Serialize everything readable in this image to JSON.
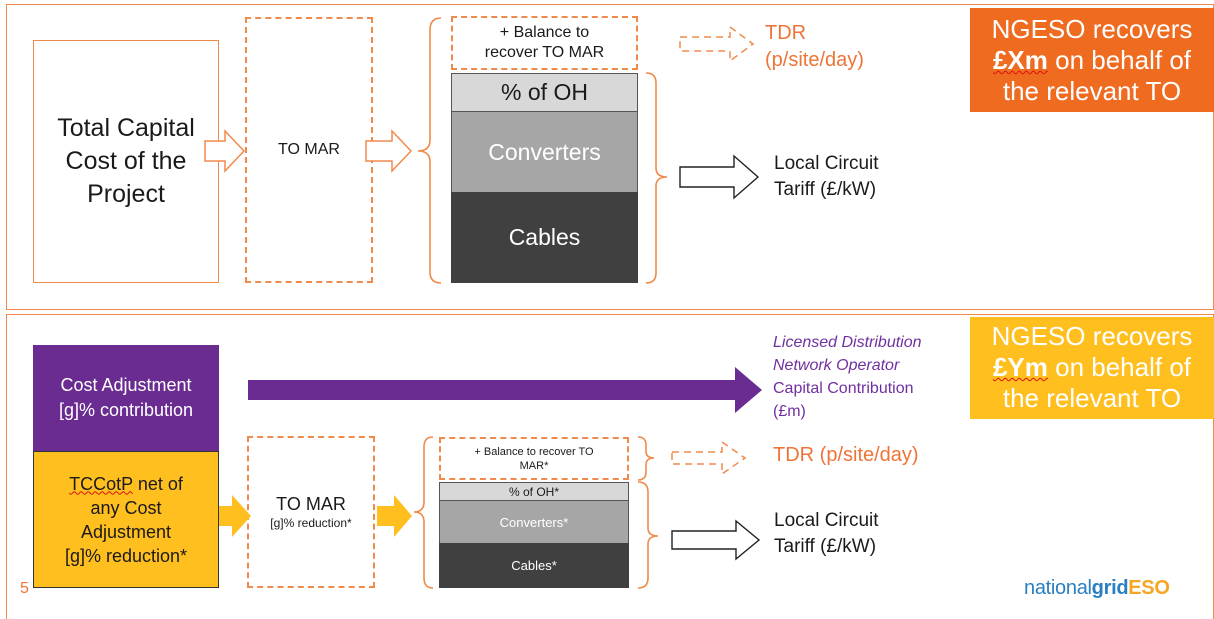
{
  "top": {
    "total_capital_cost": [
      "Total Capital",
      "Cost of the",
      "Project"
    ],
    "to_mar": "TO MAR",
    "balance": [
      "+ Balance to",
      "recover TO MAR"
    ],
    "stack": {
      "oh": "% of OH",
      "converters": "Converters",
      "cables": "Cables"
    },
    "tdr": [
      "TDR",
      "(p/site/day)"
    ],
    "local_circuit": [
      "Local Circuit",
      "Tariff (£/kW)"
    ],
    "ngeso": {
      "line1": "NGESO recovers",
      "amount": "£Xm",
      "line2_rest": " on behalf of",
      "line3": "the relevant TO"
    }
  },
  "bottom": {
    "cost_adjustment": [
      "Cost Adjustment",
      "[g]% contribution"
    ],
    "tccotp": {
      "word": "TCCotP",
      "rest": " net of",
      "l2": "any Cost",
      "l3": "Adjustment",
      "l4": "[g]% reduction*"
    },
    "to_mar": {
      "title": "TO MAR",
      "sub": "[g]% reduction*"
    },
    "balance": [
      "+ Balance to recover TO",
      "MAR*"
    ],
    "stack": {
      "oh": "% of OH*",
      "converters": "Converters*",
      "cables": "Cables*"
    },
    "tdr": "TDR (p/site/day)",
    "local_circuit": [
      "Local Circuit",
      "Tariff (£/kW)"
    ],
    "ldno": {
      "l1": "Licensed Distribution",
      "l2": "Network Operator",
      "l3": "Capital Contribution",
      "l4": "(£m)"
    },
    "ngeso": {
      "line1": "NGESO recovers",
      "amount": "£Ym",
      "line2_rest": " on behalf of",
      "line3": "the relevant TO"
    }
  },
  "footer": {
    "page_number": "5",
    "logo_prefix": "national",
    "logo_grid": "grid",
    "logo_eso": "ESO"
  },
  "colors": {
    "orange_line": "#f08a4b",
    "orange_fill": "#ee6b20",
    "yellow": "#ffbf1f",
    "purple": "#6a2c91",
    "oh_grey": "#d8d8d8",
    "converters_grey": "#a6a6a6",
    "cables_dark": "#404040",
    "logo_blue": "#2a7fc1"
  }
}
